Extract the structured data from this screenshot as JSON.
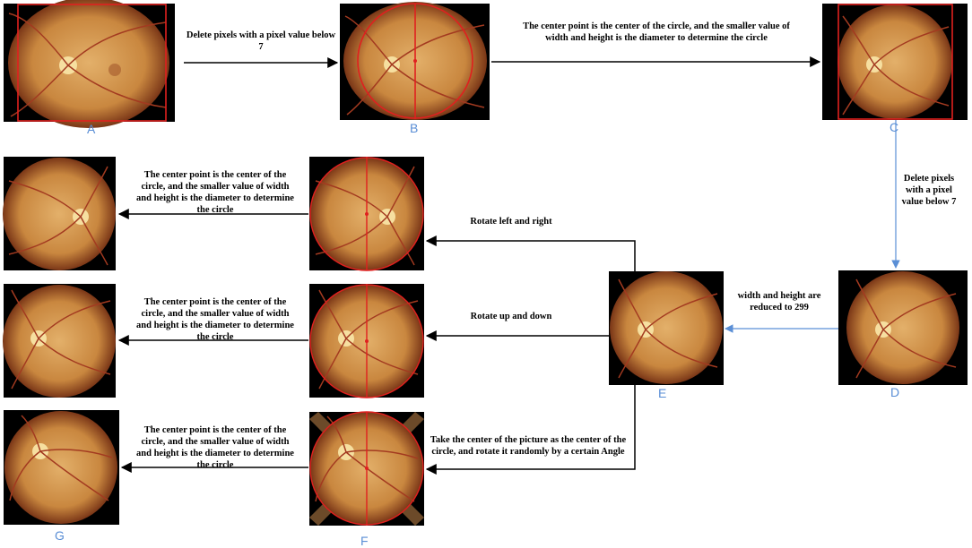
{
  "letters": {
    "a": "A",
    "b": "B",
    "c": "C",
    "d": "D",
    "e": "E",
    "f": "F",
    "g": "G"
  },
  "steps": {
    "a_to_b": "Delete pixels with a pixel value below 7",
    "b_to_c": "The center point is the center of the circle, and the smaller value of width and height is the diameter to determine the circle",
    "c_to_d": "Delete pixels with a pixel value below 7",
    "d_to_e": "width and height are reduced to 299",
    "rotate_lr": "Rotate left and right",
    "rotate_ud": "Rotate up and down",
    "rotate_random": "Take the center of the picture as the center of the circle, and rotate it randomly by a certain Angle",
    "crop_row1": "The center point is the center of the circle, and the smaller value of width and height is the diameter to determine the circle",
    "crop_row2": "The center point is the center of the circle, and the smaller value of width and height is the diameter to determine the circle",
    "crop_row3": "The center point is the center of the circle, and the smaller value of width and height is the diameter to determine the circle"
  },
  "colors": {
    "black_arrow": "#000000",
    "blue_arrow": "#5b8fd6",
    "red_guide": "#e0201f",
    "label_blue": "#5b8fd6",
    "fundus_light": "#e3b06a",
    "fundus_dark": "#a4582b",
    "fundus_edge": "#7a3617"
  }
}
